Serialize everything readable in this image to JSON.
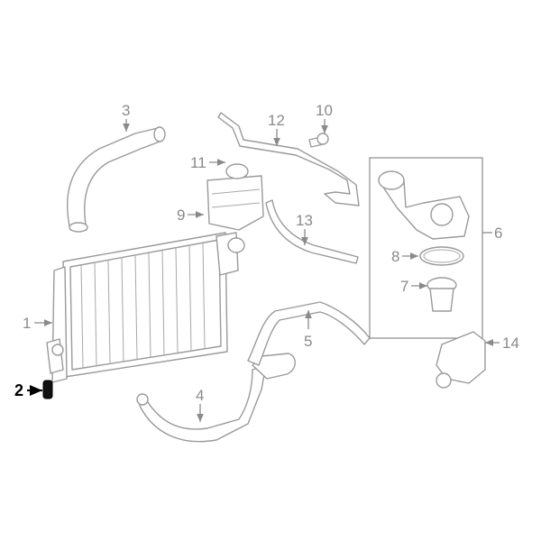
{
  "diagram": {
    "highlighted_callout": "2",
    "colors": {
      "line": "#9a9a9a",
      "highlight": "#000000",
      "background": "#ffffff"
    },
    "callouts": [
      "1",
      "2",
      "3",
      "4",
      "5",
      "6",
      "7",
      "8",
      "9",
      "10",
      "11",
      "12",
      "13",
      "14"
    ]
  }
}
